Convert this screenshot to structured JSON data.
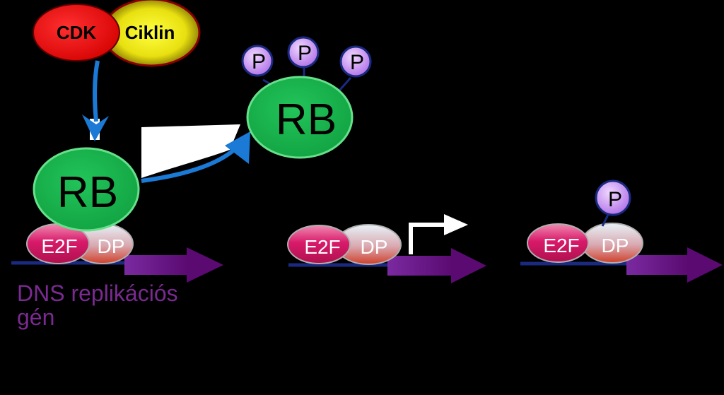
{
  "labels": {
    "cdk": "CDK",
    "ciklin": "Ciklin",
    "rb_bound": "RB",
    "rb_phospho": "RB",
    "p": "P",
    "e2f": "E2F",
    "dp": "DP",
    "gene_line1": "DNS replikációs",
    "gene_line2": "gén"
  },
  "colors": {
    "background": "#000000",
    "cdk": "#e60000",
    "ciklin": "#f2ea1a",
    "rb": "#19b04a",
    "phosphate": "#c98ef0",
    "e2f": "#d81a6a",
    "dp": "#d7e6ee",
    "gene_arrow": "#6e1a8a",
    "dna_line": "#1a2a80",
    "blue_arrow": "#1a7ad6",
    "gene_label": "#7a2a90"
  }
}
